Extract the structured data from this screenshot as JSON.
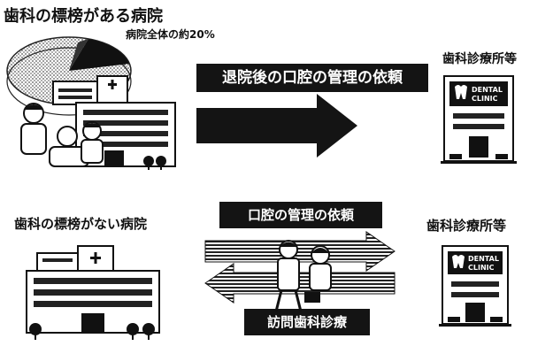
{
  "top_section": {
    "hospital_label": "歯科の標榜がある病院",
    "percentage_note": "病院全体の約20%",
    "request_banner": "退院後の口腔の管理の依頼",
    "clinic_label": "歯科診療所等",
    "clinic_sign": "DENTAL CLINIC"
  },
  "bottom_section": {
    "hospital_label": "歯科の標榜がない病院",
    "request_banner": "口腔の管理の依頼",
    "visit_banner": "訪問歯科診療",
    "clinic_label": "歯科診療所等",
    "clinic_sign": "DENTAL CLINIC"
  }
}
